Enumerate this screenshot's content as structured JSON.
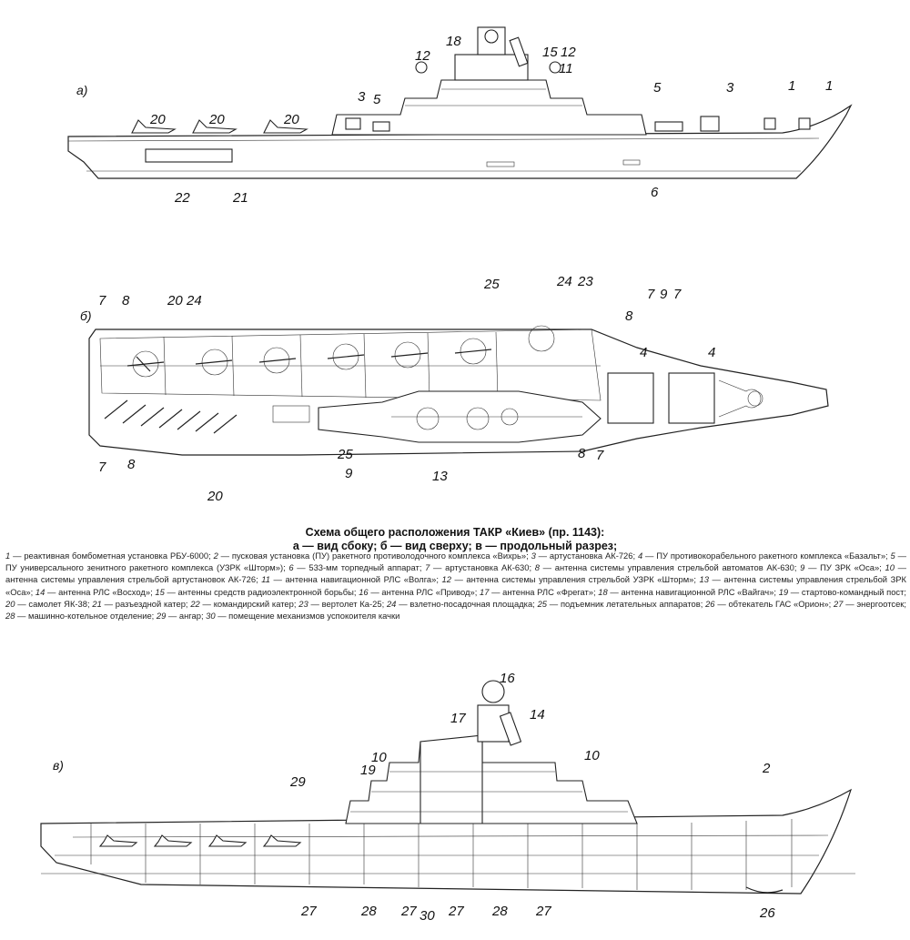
{
  "caption": {
    "title": "Схема общего расположения ТАКР «Киев» (пр. 1143):",
    "subtitle": "а — вид сбоку; б — вид сверху; в — продольный разрез;"
  },
  "views": {
    "side": {
      "tag": "а)",
      "labels": [
        "18",
        "12",
        "15",
        "12",
        "11",
        "3",
        "5",
        "20",
        "20",
        "20",
        "5",
        "3",
        "1",
        "1",
        "22",
        "21",
        "6"
      ]
    },
    "top": {
      "tag": "б)",
      "labels": [
        "7",
        "8",
        "20",
        "24",
        "25",
        "24",
        "23",
        "7",
        "9",
        "7",
        "8",
        "4",
        "4",
        "7",
        "8",
        "20",
        "25",
        "9",
        "13",
        "8",
        "7"
      ]
    },
    "section": {
      "tag": "в)",
      "labels": [
        "16",
        "17",
        "14",
        "10",
        "19",
        "10",
        "29",
        "2",
        "27",
        "28",
        "27",
        "30",
        "27",
        "28",
        "27",
        "26"
      ]
    }
  },
  "legend": [
    {
      "num": "1",
      "text": "реактивная бомбометная установка РБУ-6000;"
    },
    {
      "num": "2",
      "text": "пусковая установка (ПУ) ракетного противолодочного комплекса «Вихрь»;"
    },
    {
      "num": "3",
      "text": "артустановка АК-726;"
    },
    {
      "num": "4",
      "text": "ПУ противокорабельного ракетного комплекса «Базальт»;"
    },
    {
      "num": "5",
      "text": "ПУ универсального зенитного ракетного комплекса (УЗРК «Шторм»);"
    },
    {
      "num": "6",
      "text": "533-мм торпедный аппарат;"
    },
    {
      "num": "7",
      "text": "артустановка АК-630;"
    },
    {
      "num": "8",
      "text": "антенна системы управления стрельбой автоматов АК-630;"
    },
    {
      "num": "9",
      "text": "ПУ ЗРК «Оса»;"
    },
    {
      "num": "10",
      "text": "антенна системы управления стрельбой артустановок АК-726;"
    },
    {
      "num": "11",
      "text": "антенна навигационной РЛС «Волга»;"
    },
    {
      "num": "12",
      "text": "антенна системы управления стрельбой УЗРК «Шторм»;"
    },
    {
      "num": "13",
      "text": "антенна системы управления стрельбой ЗРК «Оса»;"
    },
    {
      "num": "14",
      "text": "антенна РЛС «Восход»;"
    },
    {
      "num": "15",
      "text": "антенны средств радиоэлектронной борьбы;"
    },
    {
      "num": "16",
      "text": "антенна РЛС «Привод»;"
    },
    {
      "num": "17",
      "text": "антенна РЛС «Фрегат»;"
    },
    {
      "num": "18",
      "text": "антенна навигационной РЛС «Вайгач»;"
    },
    {
      "num": "19",
      "text": "стартово-командный пост;"
    },
    {
      "num": "20",
      "text": "самолет ЯК-38;"
    },
    {
      "num": "21",
      "text": "разъездной катер;"
    },
    {
      "num": "22",
      "text": "командирский катер;"
    },
    {
      "num": "23",
      "text": "вертолет Ка-25;"
    },
    {
      "num": "24",
      "text": "взлетно-посадочная площадка;"
    },
    {
      "num": "25",
      "text": "подъемник летательных аппаратов;"
    },
    {
      "num": "26",
      "text": "обтекатель ГАС «Орион»;"
    },
    {
      "num": "27",
      "text": "энергоотсек;"
    },
    {
      "num": "28",
      "text": "машинно-котельное отделение;"
    },
    {
      "num": "29",
      "text": "ангар;"
    },
    {
      "num": "30",
      "text": "помещение механизмов успокоителя качки"
    }
  ]
}
